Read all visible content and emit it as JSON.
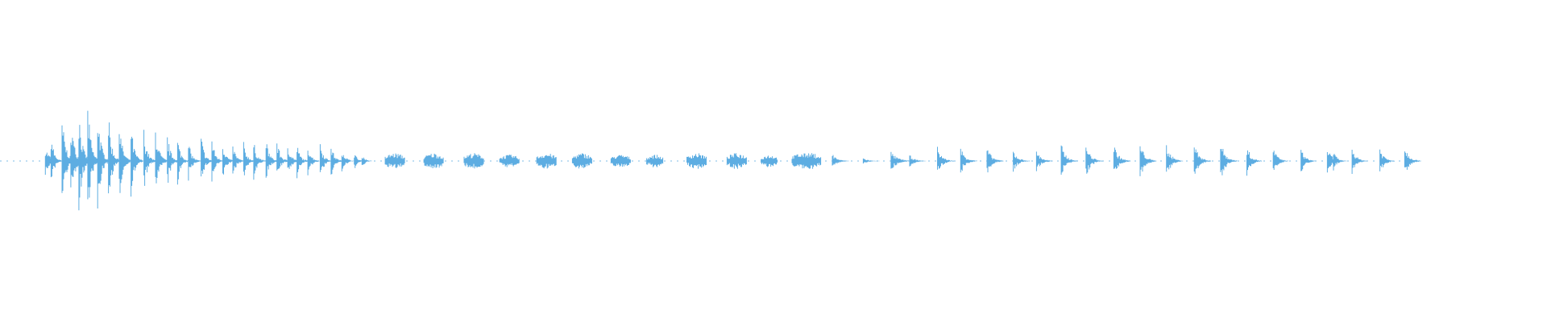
{
  "waveform": {
    "color": "#5dade2",
    "background": "#ffffff",
    "max_amplitude_fraction": 0.25,
    "bursts": [
      {
        "t": 0.0293,
        "amp": 0.09,
        "decay": 0.1,
        "dense": false
      },
      {
        "t": 0.033,
        "amp": 0.19,
        "decay": 0.06,
        "dense": false
      },
      {
        "t": 0.0401,
        "amp": 0.29,
        "decay": 0.08,
        "dense": false
      },
      {
        "t": 0.0458,
        "amp": 0.32,
        "decay": 0.07,
        "dense": false
      },
      {
        "t": 0.051,
        "amp": 0.36,
        "decay": 0.07,
        "dense": false
      },
      {
        "t": 0.0567,
        "amp": 0.38,
        "decay": 0.07,
        "dense": false
      },
      {
        "t": 0.0631,
        "amp": 0.36,
        "decay": 0.07,
        "dense": false
      },
      {
        "t": 0.0701,
        "amp": 0.31,
        "decay": 0.07,
        "dense": false
      },
      {
        "t": 0.0771,
        "amp": 0.27,
        "decay": 0.07,
        "dense": false
      },
      {
        "t": 0.0847,
        "amp": 0.24,
        "decay": 0.07,
        "dense": false
      },
      {
        "t": 0.093,
        "amp": 0.21,
        "decay": 0.07,
        "dense": false
      },
      {
        "t": 0.1005,
        "amp": 0.24,
        "decay": 0.07,
        "dense": false
      },
      {
        "t": 0.1082,
        "amp": 0.18,
        "decay": 0.07,
        "dense": false
      },
      {
        "t": 0.1148,
        "amp": 0.15,
        "decay": 0.07,
        "dense": false
      },
      {
        "t": 0.1218,
        "amp": 0.13,
        "decay": 0.07,
        "dense": false
      },
      {
        "t": 0.13,
        "amp": 0.17,
        "decay": 0.07,
        "dense": false
      },
      {
        "t": 0.137,
        "amp": 0.15,
        "decay": 0.07,
        "dense": false
      },
      {
        "t": 0.144,
        "amp": 0.12,
        "decay": 0.07,
        "dense": false
      },
      {
        "t": 0.1505,
        "amp": 0.11,
        "decay": 0.07,
        "dense": false
      },
      {
        "t": 0.1575,
        "amp": 0.12,
        "decay": 0.07,
        "dense": false
      },
      {
        "t": 0.164,
        "amp": 0.13,
        "decay": 0.07,
        "dense": false
      },
      {
        "t": 0.172,
        "amp": 0.15,
        "decay": 0.07,
        "dense": false
      },
      {
        "t": 0.179,
        "amp": 0.14,
        "decay": 0.07,
        "dense": false
      },
      {
        "t": 0.186,
        "amp": 0.12,
        "decay": 0.07,
        "dense": false
      },
      {
        "t": 0.192,
        "amp": 0.11,
        "decay": 0.07,
        "dense": false
      },
      {
        "t": 0.199,
        "amp": 0.11,
        "decay": 0.07,
        "dense": false
      },
      {
        "t": 0.207,
        "amp": 0.13,
        "decay": 0.07,
        "dense": false
      },
      {
        "t": 0.214,
        "amp": 0.11,
        "decay": 0.07,
        "dense": false
      },
      {
        "t": 0.221,
        "amp": 0.09,
        "decay": 0.07,
        "dense": false
      },
      {
        "t": 0.229,
        "amp": 0.06,
        "decay": 0.06,
        "dense": false
      },
      {
        "t": 0.234,
        "amp": 0.05,
        "decay": 0.06,
        "dense": false
      },
      {
        "t": 0.249,
        "amp": 0.05,
        "decay": 0.12,
        "dense": true
      },
      {
        "t": 0.274,
        "amp": 0.05,
        "decay": 0.12,
        "dense": true
      },
      {
        "t": 0.3,
        "amp": 0.05,
        "decay": 0.12,
        "dense": true
      },
      {
        "t": 0.323,
        "amp": 0.04,
        "decay": 0.12,
        "dense": true
      },
      {
        "t": 0.347,
        "amp": 0.05,
        "decay": 0.12,
        "dense": true
      },
      {
        "t": 0.37,
        "amp": 0.05,
        "decay": 0.12,
        "dense": true
      },
      {
        "t": 0.395,
        "amp": 0.04,
        "decay": 0.12,
        "dense": true
      },
      {
        "t": 0.418,
        "amp": 0.04,
        "decay": 0.1,
        "dense": true
      },
      {
        "t": 0.444,
        "amp": 0.05,
        "decay": 0.12,
        "dense": true
      },
      {
        "t": 0.47,
        "amp": 0.05,
        "decay": 0.12,
        "dense": true
      },
      {
        "t": 0.492,
        "amp": 0.04,
        "decay": 0.1,
        "dense": true
      },
      {
        "t": 0.512,
        "amp": 0.05,
        "decay": 0.12,
        "dense": true
      },
      {
        "t": 0.518,
        "amp": 0.05,
        "decay": 0.12,
        "dense": true
      },
      {
        "t": 0.538,
        "amp": 0.05,
        "decay": 0.1,
        "dense": false
      },
      {
        "t": 0.558,
        "amp": 0.02,
        "decay": 0.1,
        "dense": false
      },
      {
        "t": 0.576,
        "amp": 0.06,
        "decay": 0.14,
        "dense": false
      },
      {
        "t": 0.588,
        "amp": 0.04,
        "decay": 0.1,
        "dense": false
      },
      {
        "t": 0.606,
        "amp": 0.09,
        "decay": 0.1,
        "dense": false
      },
      {
        "t": 0.621,
        "amp": 0.09,
        "decay": 0.1,
        "dense": false
      },
      {
        "t": 0.638,
        "amp": 0.09,
        "decay": 0.1,
        "dense": false
      },
      {
        "t": 0.655,
        "amp": 0.07,
        "decay": 0.1,
        "dense": false
      },
      {
        "t": 0.67,
        "amp": 0.07,
        "decay": 0.1,
        "dense": false
      },
      {
        "t": 0.686,
        "amp": 0.11,
        "decay": 0.1,
        "dense": false
      },
      {
        "t": 0.702,
        "amp": 0.11,
        "decay": 0.1,
        "dense": false
      },
      {
        "t": 0.72,
        "amp": 0.11,
        "decay": 0.1,
        "dense": false
      },
      {
        "t": 0.737,
        "amp": 0.12,
        "decay": 0.1,
        "dense": false
      },
      {
        "t": 0.754,
        "amp": 0.11,
        "decay": 0.1,
        "dense": false
      },
      {
        "t": 0.772,
        "amp": 0.12,
        "decay": 0.1,
        "dense": false
      },
      {
        "t": 0.789,
        "amp": 0.13,
        "decay": 0.1,
        "dense": false
      },
      {
        "t": 0.806,
        "amp": 0.1,
        "decay": 0.09,
        "dense": false
      },
      {
        "t": 0.823,
        "amp": 0.09,
        "decay": 0.09,
        "dense": false
      },
      {
        "t": 0.841,
        "amp": 0.08,
        "decay": 0.09,
        "dense": false
      },
      {
        "t": 0.858,
        "amp": 0.09,
        "decay": 0.09,
        "dense": false
      },
      {
        "t": 0.862,
        "amp": 0.06,
        "decay": 0.08,
        "dense": false
      },
      {
        "t": 0.874,
        "amp": 0.09,
        "decay": 0.09,
        "dense": false
      },
      {
        "t": 0.892,
        "amp": 0.09,
        "decay": 0.09,
        "dense": false
      },
      {
        "t": 0.908,
        "amp": 0.1,
        "decay": 0.1,
        "dense": false
      }
    ]
  }
}
